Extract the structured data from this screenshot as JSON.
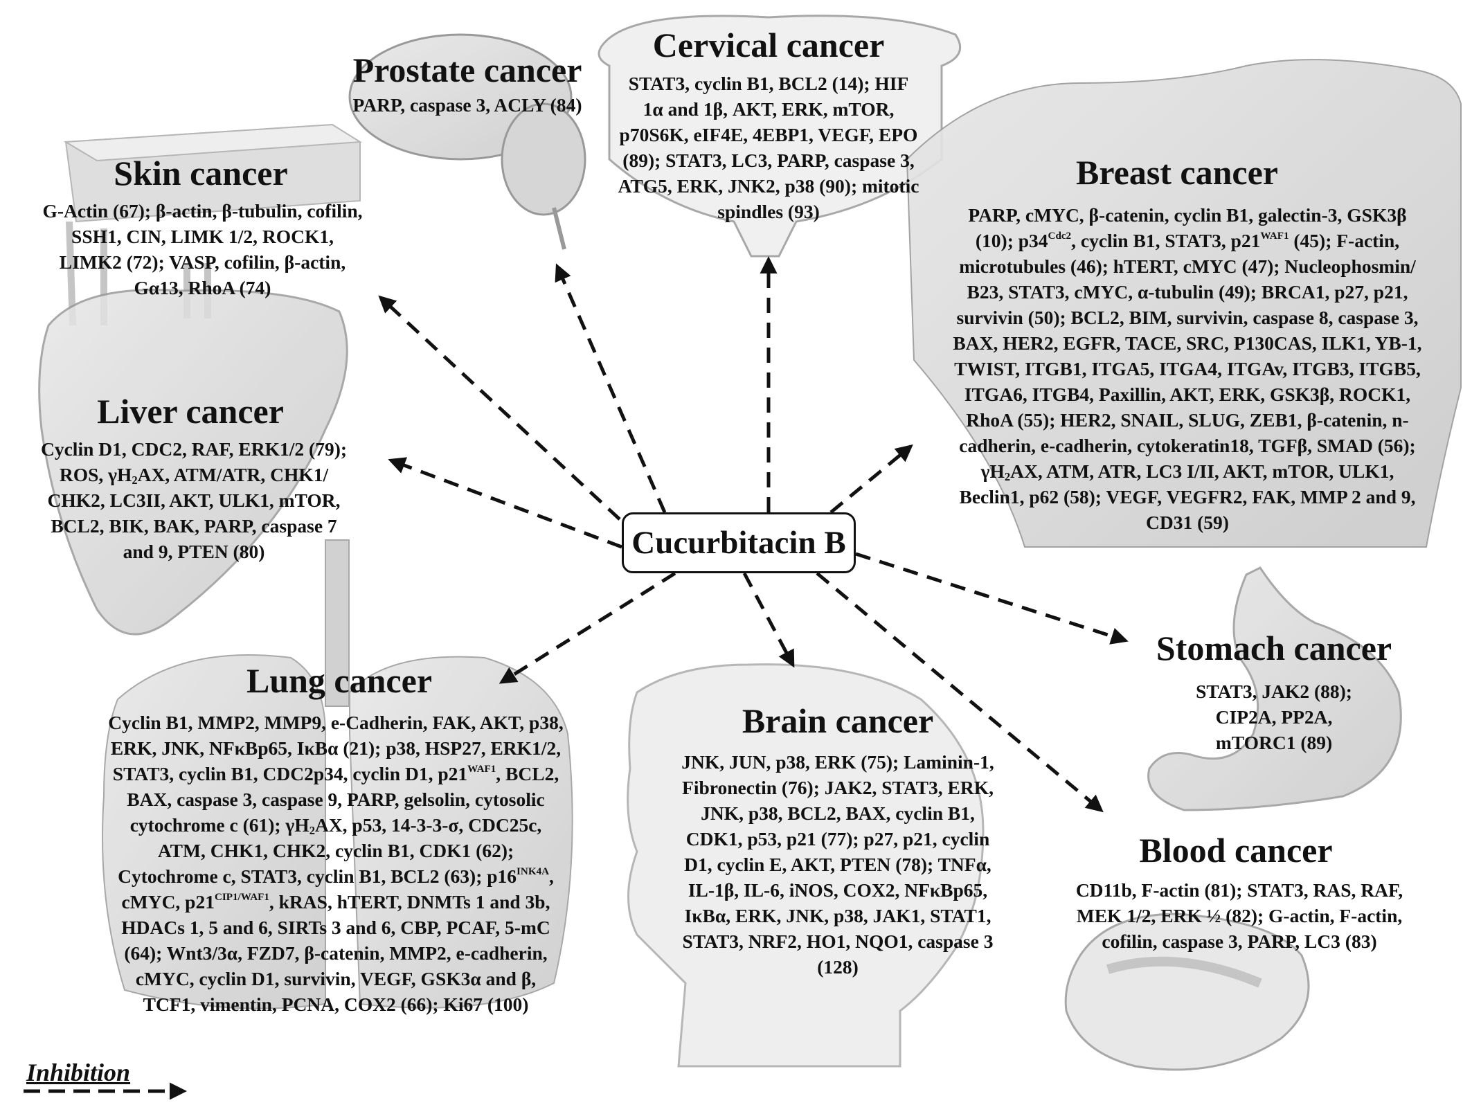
{
  "center": {
    "label": "Cucurbitacin B"
  },
  "legend": {
    "label": "Inhibition"
  },
  "cancers": {
    "prostate": {
      "title": "Prostate cancer",
      "lines": [
        "PARP, caspase 3, ACLY (84)"
      ]
    },
    "cervical": {
      "title": "Cervical cancer",
      "lines": [
        "STAT3, cyclin B1, BCL2 (14); HIF",
        "1α and 1β, AKT, ERK, mTOR,",
        "p70S6K, eIF4E, 4EBP1, VEGF, EPO",
        "(89); STAT3, LC3, PARP, caspase 3,",
        "ATG5, ERK, JNK2, p38 (90); mitotic",
        "spindles (93)"
      ]
    },
    "skin": {
      "title": "Skin cancer",
      "lines": [
        "G-Actin (67); β-actin, β-tubulin, cofilin,",
        "SSH1, CIN, LIMK 1/2, ROCK1,",
        "LIMK2 (72); VASP, cofilin, β-actin,",
        "Gα13, RhoA (74)"
      ]
    },
    "breast": {
      "title": "Breast cancer",
      "lines": [
        "PARP, cMYC, β-catenin, cyclin B1, galectin-3, GSK3β",
        "(10); p34^{Cdc2}, cyclin B1, STAT3, p21^{WAF1} (45); F-actin,",
        "microtubules (46); hTERT, cMYC (47); Nucleophosmin/",
        "B23, STAT3, cMYC, α-tubulin (49); BRCA1, p27, p21,",
        "survivin (50); BCL2, BIM, survivin, caspase 8, caspase 3,",
        "BAX, HER2, EGFR, TACE, SRC, P130CAS, ILK1, YB-1,",
        "TWIST, ITGB1, ITGA5, ITGA4, ITGAv, ITGB3, ITGB5,",
        "ITGA6, ITGB4, Paxillin, AKT, ERK, GSK3β, ROCK1,",
        "RhoA (55); HER2, SNAIL, SLUG, ZEB1, β-catenin, n-",
        "cadherin, e-cadherin, cytokeratin18, TGFβ, SMAD (56);",
        "γH_{2}AX, ATM, ATR, LC3 I/II, AKT, mTOR, ULK1,",
        "Beclin1, p62 (58); VEGF, VEGFR2, FAK, MMP 2 and 9,",
        "CD31 (59)"
      ]
    },
    "liver": {
      "title": "Liver cancer",
      "lines": [
        "Cyclin D1, CDC2, RAF, ERK1/2 (79);",
        "ROS, γH_{2}AX, ATM/ATR, CHK1/",
        "CHK2, LC3II, AKT, ULK1, mTOR,",
        "BCL2, BIK, BAK, PARP, caspase 7",
        "and 9, PTEN (80)"
      ]
    },
    "stomach": {
      "title": "Stomach cancer",
      "lines": [
        "STAT3, JAK2 (88);",
        "CIP2A, PP2A,",
        "mTORC1 (89)"
      ]
    },
    "lung": {
      "title": "Lung cancer",
      "lines": [
        "Cyclin B1, MMP2, MMP9, e-Cadherin, FAK, AKT, p38,",
        "ERK, JNK, NFκBp65, IκBα (21); p38, HSP27, ERK1/2,",
        "STAT3, cyclin B1, CDC2p34, cyclin D1, p21^{WAF1}, BCL2,",
        "BAX, caspase 3, caspase 9, PARP, gelsolin, cytosolic",
        "cytochrome c (61); γH_{2}AX, p53, 14-3-3-σ, CDC25c,",
        "ATM, CHK1, CHK2, cyclin B1, CDK1 (62);",
        "Cytochrome c, STAT3, cyclin B1, BCL2 (63); p16^{INK4A},",
        "cMYC, p21^{CIP1/WAF1}, kRAS, hTERT, DNMTs 1 and 3b,",
        "HDACs 1, 5 and 6, SIRTs 3 and 6, CBP, PCAF, 5-mC",
        "(64); Wnt3/3α, FZD7, β-catenin, MMP2, e-cadherin,",
        "cMYC, cyclin D1, survivin, VEGF, GSK3α and β,",
        "TCF1, vimentin, PCNA, COX2 (66); Ki67 (100)"
      ]
    },
    "brain": {
      "title": "Brain cancer",
      "lines": [
        "JNK, JUN, p38, ERK (75); Laminin-1,",
        "Fibronectin (76); JAK2, STAT3, ERK,",
        "JNK, p38, BCL2, BAX, cyclin B1,",
        "CDK1, p53, p21 (77); p27, p21, cyclin",
        "D1, cyclin E, AKT, PTEN (78); TNFα,",
        "IL-1β, IL-6, iNOS, COX2, NFκBp65,",
        "IκBα, ERK, JNK, p38, JAK1, STAT1,",
        "STAT3, NRF2, HO1, NQO1, caspase 3",
        "(128)"
      ]
    },
    "blood": {
      "title": "Blood cancer",
      "lines": [
        "CD11b, F-actin (81); STAT3, RAS, RAF,",
        "MEK 1/2, ERK ½ (82); G-actin, F-actin,",
        "cofilin, caspase 3, PARP, LC3 (83)"
      ]
    }
  }
}
